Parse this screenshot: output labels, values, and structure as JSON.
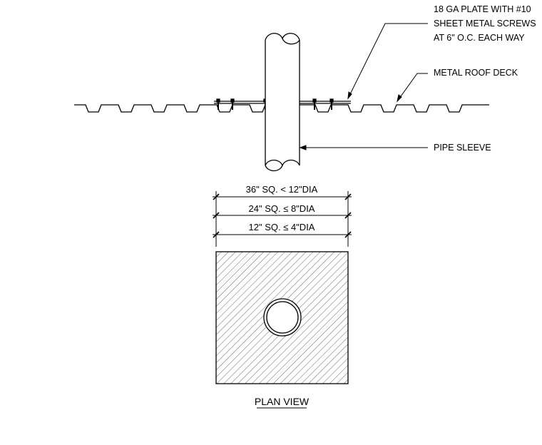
{
  "callouts": {
    "plate_line1": "18 GA PLATE WITH #10",
    "plate_line2": "SHEET METAL SCREWS",
    "plate_line3": "AT 6\" O.C. EACH WAY",
    "roof_deck": "METAL ROOF DECK",
    "pipe_sleeve": "PIPE SLEEVE"
  },
  "dimensions": {
    "dim_36": "36\" SQ. < 12\"DIA",
    "dim_24": "24\" SQ. ≤ 8\"DIA",
    "dim_12": "12\" SQ. ≤ 4\"DIA"
  },
  "plan_title": "PLAN VIEW"
}
